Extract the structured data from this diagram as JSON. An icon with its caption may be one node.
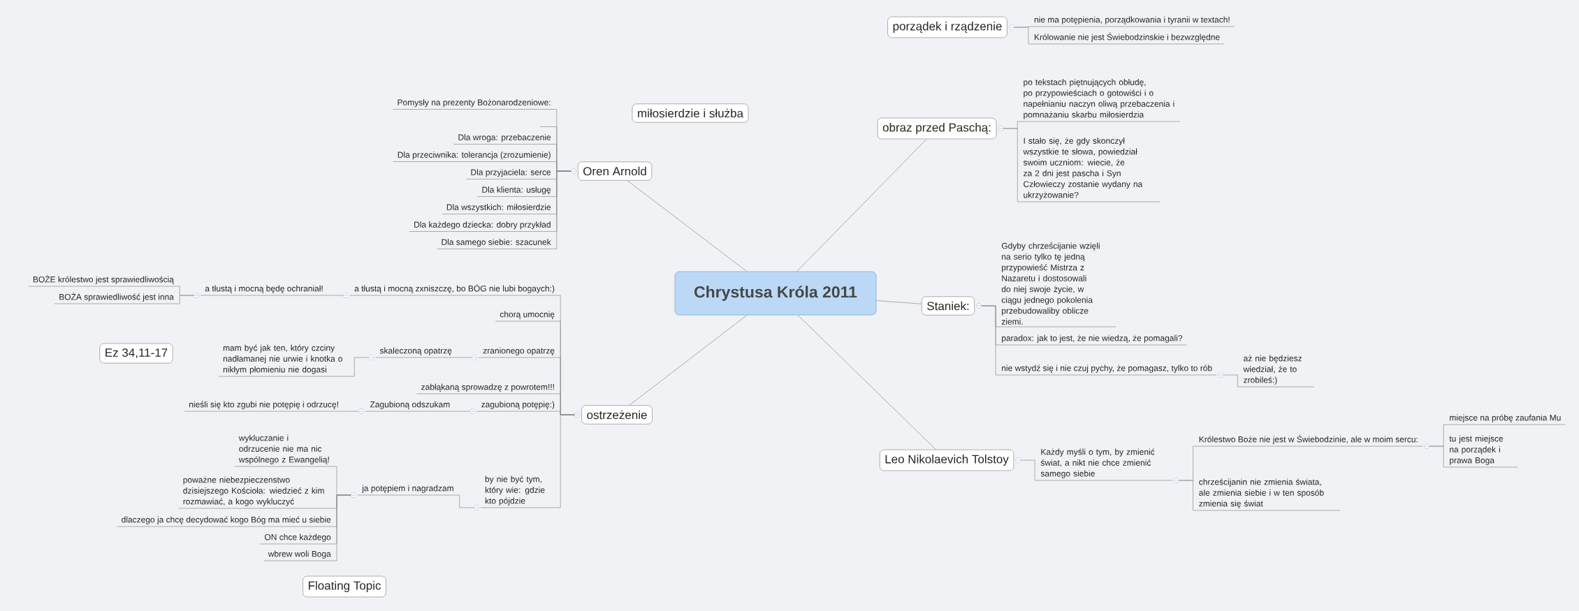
{
  "diagram": {
    "nodes": [
      {
        "text": [
          "Chrystusa Króla 2011"
        ]
      },
      {
        "text": [
          "miłosierdzie i służba"
        ]
      },
      {
        "text": [
          "Oren Arnold"
        ]
      },
      {
        "text": [
          "Pomysły na prezenty Bożonarodzeniowe:"
        ]
      },
      {
        "text": [],
        "shape": "bar"
      },
      {
        "text": [
          "Dla wroga: przebaczenie"
        ]
      },
      {
        "text": [
          "Dla przeciwnika: tolerancja (zrozumienie)"
        ]
      },
      {
        "text": [
          "Dla przyjaciela: serce"
        ]
      },
      {
        "text": [
          "Dla klienta: usługę"
        ]
      },
      {
        "text": [
          "Dla wszystkich: miłosierdzie"
        ]
      },
      {
        "text": [
          "Dla każdego dziecka: dobry przykład"
        ]
      },
      {
        "text": [
          "Dla samego siebie: szacunek"
        ]
      },
      {
        "text": [
          "ostrzeżenie"
        ]
      },
      {
        "text": [
          "a tłustą i mocną zxniszczę, bo BÓG nie lubi bogaych:)"
        ]
      },
      {
        "text": [
          "a tłustą i mocną będę ochraniał!"
        ]
      },
      {
        "text": [
          "BOŻE królestwo jest sprawiedliwością"
        ]
      },
      {
        "text": [
          "BOŻA sprawiedliwość jest inna"
        ]
      },
      {
        "text": [
          "chorą umocnię"
        ]
      },
      {
        "text": [
          "zranionego opatrzę"
        ]
      },
      {
        "text": [
          "skaleczoną opatrzę"
        ]
      },
      {
        "text": [
          "mam być jak ten, który czciny nadłamanej nie urwie i knotka o nikłym płomieniu nie dogasi"
        ]
      },
      {
        "text": [
          "Ez 34,11-17"
        ]
      },
      {
        "text": [
          "zabłąkaną sprowadzę z powrotem!!!"
        ]
      },
      {
        "text": [
          "zagubioną potępię:)"
        ]
      },
      {
        "text": [
          "Zagubioną odszukam"
        ]
      },
      {
        "text": [
          "nieśli się kto zgubi nie potępię i odrzucę!"
        ]
      },
      {
        "text": [
          "by nie być tym, który wie: gdzie kto pójdzie"
        ]
      },
      {
        "text": [
          "ja potępiem i nagradzam"
        ]
      },
      {
        "text": [
          "wykluczanie i odrzucenie nie ma nic wspólnego z Ewangelią!"
        ]
      },
      {
        "text": [
          "poważne niebezpieczenstwo dzisiejszego Kościoła: wiedzieć z kim rozmawiać, a kogo wykluczyć"
        ]
      },
      {
        "text": [
          "dlaczego ja chcę decydować kogo Bóg ma mieć u siebie"
        ]
      },
      {
        "text": [
          "ON chce każdego"
        ]
      },
      {
        "text": [
          "wbrew woli Boga"
        ]
      },
      {
        "text": [
          "Floating Topic"
        ]
      },
      {
        "text": [
          "porządek i rządzenie"
        ]
      },
      {
        "text": [
          "nie ma potępienia, porządkowania i tyranii w textach!"
        ]
      },
      {
        "text": [
          "Królowanie nie jest Świebodzinskie i bezwzględne"
        ]
      },
      {
        "text": [
          "obraz przed Paschą:"
        ]
      },
      {
        "text": [
          "po tekstach piętnujących obłudę, po przypowieściach o gotowiści i o napełnianiu naczyn oliwą przebaczenia i pomnażaniu skarbu miłosierdzia"
        ]
      },
      {
        "text": [
          "I stało się, że gdy skonczył wszystkie te słowa, powiedział swoim uczniom: wiecie, że za 2 dni jest pascha i Syn Człowieczy zostanie wydany na ukrzyżowanie?"
        ]
      },
      {
        "text": [
          "Staniek:"
        ]
      },
      {
        "text": [
          "Gdyby chrześcijanie wzięli na serio tylko tę jedną przypowieść Mistrza z Nazaretu i dostosowali do niej swoje życie, w ciągu jednego pokolenia przebudowaliby oblicze ziemi."
        ]
      },
      {
        "text": [
          "paradox: jak to jest, że nie wiedzą, że pomagali?"
        ]
      },
      {
        "text": [
          "nie wstydź się i nie czuj pychy, że pomagasz, tylko to rób"
        ]
      },
      {
        "text": [
          "aż nie będziesz wiedział, że to zrobileś:)"
        ]
      },
      {
        "text": [
          "Leo Nikolaevich Tolstoy"
        ]
      },
      {
        "text": [
          "Każdy myśli o tym, by zmienić świat, a nikt nie chce zmienić samego siebie"
        ]
      },
      {
        "text": [
          "Królestwo Boże nie jest w Świebodzinie, ale w moim sercu:"
        ]
      },
      {
        "text": [
          "miejsce na próbę zaufania Mu"
        ]
      },
      {
        "text": [
          "tu jest miejsce na porządek i prawa Boga"
        ]
      },
      {
        "text": [
          "chrześcijanin nie zmienia świata, ale zmienia siebie i w ten sposób zmienia się świat"
        ]
      }
    ],
    "edges": [
      {
        "from": 0,
        "to": 2,
        "arrow": "none"
      },
      {
        "from": 0,
        "to": 12,
        "arrow": "none"
      },
      {
        "from": 0,
        "to": 37,
        "arrow": "none"
      },
      {
        "from": 0,
        "to": 40,
        "arrow": "none"
      },
      {
        "from": 0,
        "to": 45,
        "arrow": "none"
      },
      {
        "from": 2,
        "to": 3,
        "arrow": "none"
      },
      {
        "from": 2,
        "to": 4,
        "arrow": "none"
      },
      {
        "from": 2,
        "to": 5,
        "arrow": "none"
      },
      {
        "from": 2,
        "to": 6,
        "arrow": "none"
      },
      {
        "from": 2,
        "to": 7,
        "arrow": "none"
      },
      {
        "from": 2,
        "to": 8,
        "arrow": "none"
      },
      {
        "from": 2,
        "to": 9,
        "arrow": "none"
      },
      {
        "from": 2,
        "to": 10,
        "arrow": "none"
      },
      {
        "from": 2,
        "to": 11,
        "arrow": "none"
      },
      {
        "from": 12,
        "to": 13,
        "arrow": "none"
      },
      {
        "from": 13,
        "to": 14,
        "arrow": "none"
      },
      {
        "from": 14,
        "to": 15,
        "arrow": "none"
      },
      {
        "from": 14,
        "to": 16,
        "arrow": "none"
      },
      {
        "from": 12,
        "to": 17,
        "arrow": "none"
      },
      {
        "from": 12,
        "to": 18,
        "arrow": "none"
      },
      {
        "from": 18,
        "to": 19,
        "arrow": "none"
      },
      {
        "from": 19,
        "to": 20,
        "arrow": "none"
      },
      {
        "from": 12,
        "to": 22,
        "arrow": "none"
      },
      {
        "from": 12,
        "to": 23,
        "arrow": "none"
      },
      {
        "from": 23,
        "to": 24,
        "arrow": "none"
      },
      {
        "from": 24,
        "to": 25,
        "arrow": "none"
      },
      {
        "from": 12,
        "to": 26,
        "arrow": "none"
      },
      {
        "from": 26,
        "to": 27,
        "arrow": "none"
      },
      {
        "from": 27,
        "to": 28,
        "arrow": "none"
      },
      {
        "from": 27,
        "to": 29,
        "arrow": "none"
      },
      {
        "from": 27,
        "to": 30,
        "arrow": "none"
      },
      {
        "from": 27,
        "to": 31,
        "arrow": "none"
      },
      {
        "from": 27,
        "to": 32,
        "arrow": "none"
      },
      {
        "from": 34,
        "to": 35,
        "arrow": "none"
      },
      {
        "from": 34,
        "to": 36,
        "arrow": "none"
      },
      {
        "from": 37,
        "to": 38,
        "arrow": "none"
      },
      {
        "from": 37,
        "to": 39,
        "arrow": "none"
      },
      {
        "from": 40,
        "to": 41,
        "arrow": "none"
      },
      {
        "from": 40,
        "to": 42,
        "arrow": "none"
      },
      {
        "from": 40,
        "to": 43,
        "arrow": "none"
      },
      {
        "from": 43,
        "to": 44,
        "arrow": "none"
      },
      {
        "from": 45,
        "to": 46,
        "arrow": "none"
      },
      {
        "from": 46,
        "to": 47,
        "arrow": "none"
      },
      {
        "from": 46,
        "to": 50,
        "arrow": "none"
      },
      {
        "from": 47,
        "to": 48,
        "arrow": "none"
      },
      {
        "from": 47,
        "to": 49,
        "arrow": "none"
      }
    ]
  }
}
